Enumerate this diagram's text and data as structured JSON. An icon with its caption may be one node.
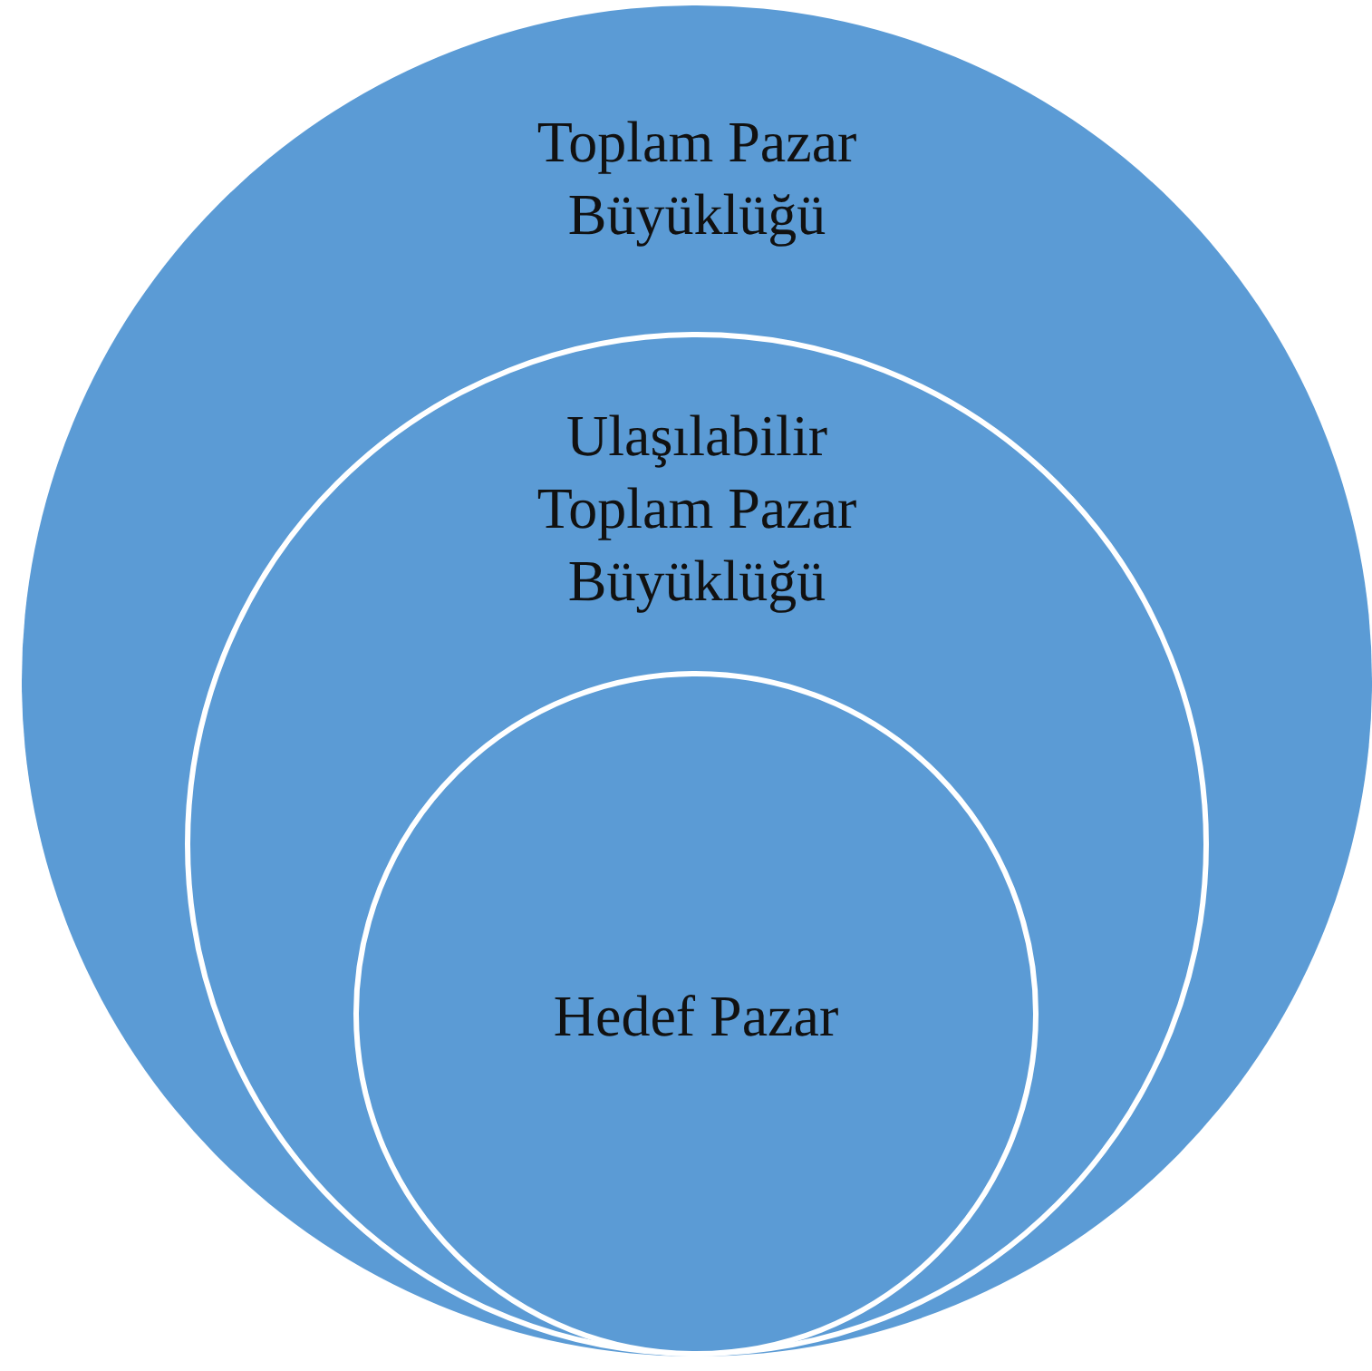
{
  "diagram": {
    "nodes": [
      {
        "text": [
          "Toplam Pazar Büyüklüğü"
        ]
      },
      {
        "text": [
          "Ulaşılabilir Toplam Pazar Büyüklüğü"
        ],
        "in": 0
      },
      {
        "text": [
          "Hedef Pazar"
        ],
        "in": 1
      }
    ]
  }
}
